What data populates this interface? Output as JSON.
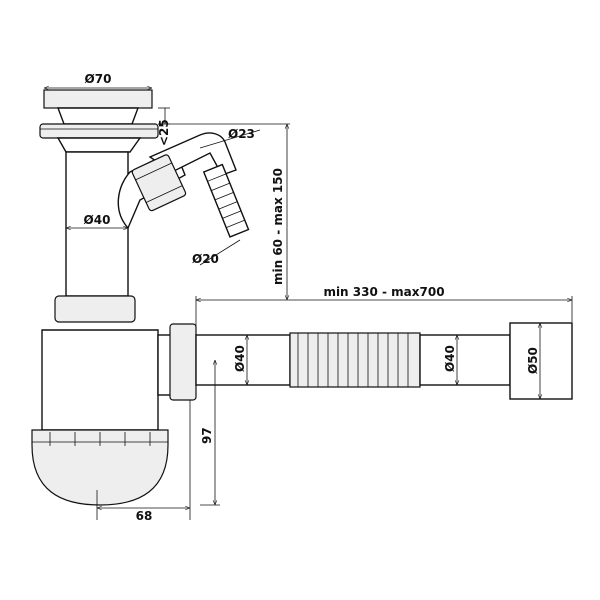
{
  "title": "Bottle siphon with side inlet and flexible outlet – dimension drawing",
  "dimensions": {
    "top_diameter": "Ø70",
    "branch_angle_clearance": "<25",
    "branch_outer_diameter": "Ø23",
    "tube_diameter": "Ø40",
    "hose_diameter": "Ø20",
    "height_range": "min 60 - max 150",
    "length_range": "min 330 - max700",
    "outlet_diameter_1": "Ø40",
    "outlet_diameter_2": "Ø40",
    "outlet_end_diameter": "Ø50",
    "outlet_height": "97",
    "body_offset": "68"
  }
}
